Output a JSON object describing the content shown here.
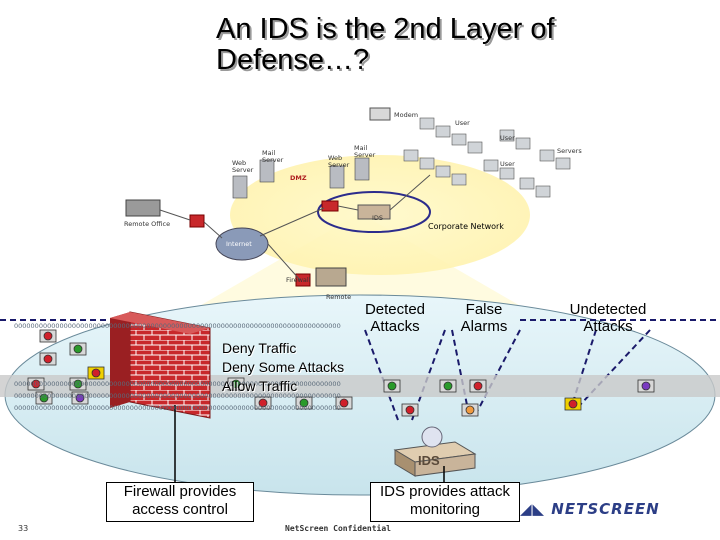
{
  "title_line1": "An IDS is the 2nd Layer of",
  "title_line2": "Defense…?",
  "network": {
    "modem": "Modem",
    "user_top": "User",
    "user_mid": "User",
    "user_left": "User",
    "servers": "Servers",
    "mail_server_left": "Mail Server",
    "web_server_left": "Web Server",
    "dmz": "DMZ",
    "web_server_mid": "Web Server",
    "mail_server_mid": "Mail Server",
    "ids_small": "IDS",
    "corporate_network": "Corporate Network",
    "remote_office": "Remote Office",
    "internet": "Internet",
    "firewall": "Firewall",
    "remote": "Remote"
  },
  "labels": {
    "detected": "Detected Attacks",
    "false_alarms": "False Alarms",
    "undetected": "Undetected Attacks",
    "deny_traffic": "Deny Traffic",
    "deny_some": "Deny Some Attacks",
    "allow": "Allow Traffic",
    "ids_device": "IDS",
    "firewall_caption": "Firewall provides access control",
    "ids_caption": "IDS provides attack monitoring"
  },
  "footer": {
    "page_number": "33",
    "confidential": "NetScreen Confidential",
    "logo": "NETSCREEN"
  },
  "colors": {
    "ellipse_fill": "#d6ecf2",
    "cone_fill": "#fff5c0",
    "traffic_band": "#c9c9c9",
    "firewall_red": "#c8282b",
    "title_shadow": "#9a9a9a",
    "logo_blue": "#2c3e86"
  },
  "stream_text": "0000000000000000000000000000000000000000000000000000000000000000000000000000000"
}
